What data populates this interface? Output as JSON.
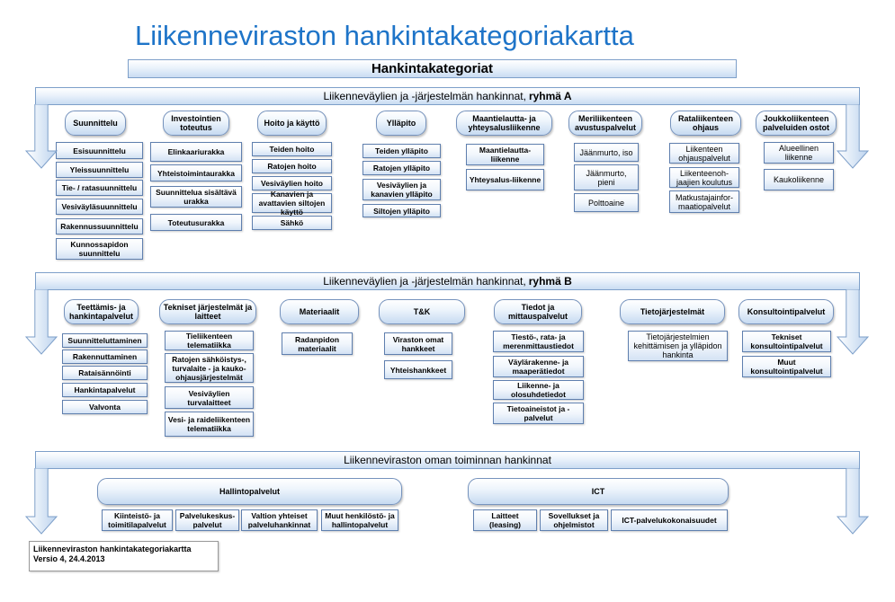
{
  "title": "Liikenneviraston hankintakategoriakartta",
  "categories_bar": "Hankintakategoriat",
  "group_a": {
    "label": "Liikenneväylien ja -järjestelmän hankinnat, ",
    "label_bold": "ryhmä A",
    "columns": [
      {
        "header": "Suunnittelu",
        "items": [
          "Esisuunnittelu",
          "Yleissuunnittelu",
          "Tie- / ratasuunnittelu",
          "Vesiväyläsuunnittelu",
          "Rakennussuunnittelu",
          "Kunnossapidon suunnittelu"
        ]
      },
      {
        "header": "Investointien toteutus",
        "items": [
          "Elinkaariurakka",
          "Yhteistoimintaurakka",
          "Suunnittelua sisältävä urakka",
          "Toteutusurakka"
        ]
      },
      {
        "header": "Hoito ja käyttö",
        "items": [
          "Teiden hoito",
          "Ratojen hoito",
          "Vesiväylien hoito",
          "Kanavien ja avattavien siltojen käyttö",
          "Sähkö"
        ]
      },
      {
        "header": "Ylläpito",
        "items": [
          "Teiden ylläpito",
          "Ratojen ylläpito",
          "Vesiväylien ja kanavien ylläpito",
          "Siltojen ylläpito"
        ]
      },
      {
        "header": "Maantielautta- ja yhteysalusliikenne",
        "items": [
          "Maantielautta-liikenne",
          "Yhteysalus-liikenne"
        ]
      },
      {
        "header": "Meriliikenteen avustuspalvelut",
        "items": [
          "Jäänmurto, iso",
          "Jäänmurto, pieni",
          "Polttoaine"
        ]
      },
      {
        "header": "Rataliikenteen ohjaus",
        "items": [
          "Liikenteen ohjauspalvelut",
          "Liikenteenoh-jaajien koulutus",
          "Matkustajainfor-maatiopalvelut"
        ]
      },
      {
        "header": "Joukkoliikenteen palveluiden ostot",
        "items": [
          "Alueellinen liikenne",
          "Kaukoliikenne"
        ]
      }
    ]
  },
  "group_b": {
    "label": "Liikenneväylien ja -järjestelmän hankinnat, ",
    "label_bold": "ryhmä B",
    "columns": [
      {
        "header": "Teettämis- ja hankintapalvelut",
        "items": [
          "Suunnitteluttaminen",
          "Rakennuttaminen",
          "Rataisännöinti",
          "Hankintapalvelut",
          "Valvonta"
        ]
      },
      {
        "header": "Tekniset järjestelmät ja laitteet",
        "items": [
          "Tieliikenteen telematiikka",
          "Ratojen sähköistys-, turvalaite - ja kauko-ohjausjärjestelmät",
          "Vesiväylien turvalaitteet",
          "Vesi- ja raideliikenteen telematiikka"
        ]
      },
      {
        "header": "Materiaalit",
        "items": [
          "Radanpidon materiaalit"
        ]
      },
      {
        "header": "T&K",
        "items": [
          "Viraston omat hankkeet",
          "Yhteishankkeet"
        ]
      },
      {
        "header": "Tiedot ja mittauspalvelut",
        "items": [
          "Tiestö-, rata- ja merenmittaustiedot",
          "Väylärakenne- ja maaperätiedot",
          "Liikenne- ja olosuhdetiedot",
          "Tietoaineistot ja -palvelut"
        ]
      },
      {
        "header": "Tietojärjestelmät",
        "items": [
          "Tietojärjestelmien kehittämisen ja ylläpidon hankinta"
        ]
      },
      {
        "header": "Konsultointipalvelut",
        "items": [
          "Tekniset konsultointipalvelut",
          "Muut konsultointipalvelut"
        ]
      }
    ]
  },
  "group_c": {
    "label": "Liikenneviraston oman toiminnan hankinnat",
    "columns": [
      {
        "header": "Hallintopalvelut",
        "items": [
          "Kiinteistö- ja toimitilapalvelut",
          "Palvelukeskus-palvelut",
          "Valtion yhteiset palveluhankinnat",
          "Muut henkilöstö- ja hallintopalvelut"
        ]
      },
      {
        "header": "ICT",
        "items": [
          "Laitteet (leasing)",
          "Sovellukset ja ohjelmistot",
          "ICT-palvelukokonaisuudet"
        ]
      }
    ]
  },
  "footer": {
    "line1": "Liikenneviraston hankintakategoriakartta",
    "line2": "Versio 4, 24.4.2013"
  }
}
